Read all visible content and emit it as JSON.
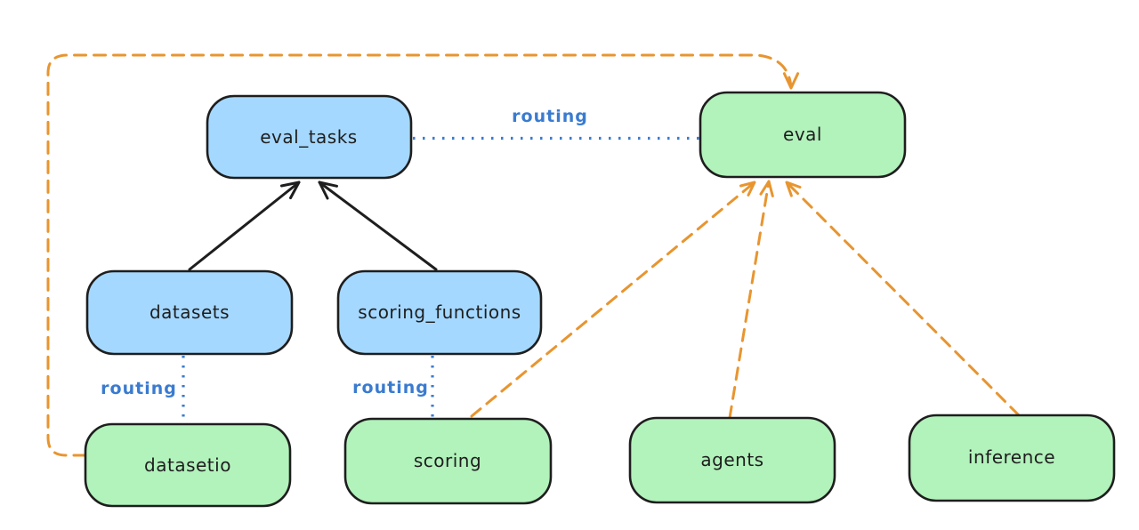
{
  "palette": {
    "background": "#ffffff",
    "node_stroke": "#1e1e1e",
    "label_color": "#1e1e1e",
    "blue_fill": "#a5d8ff",
    "green_fill": "#b2f2bb",
    "routing_blue": "#3a7bd0",
    "arrow_black": "#1e1e1e",
    "arrow_orange": "#e8952f"
  },
  "nodes": {
    "eval_tasks": {
      "label": "eval_tasks",
      "kind": "blue"
    },
    "eval": {
      "label": "eval",
      "kind": "green"
    },
    "datasets": {
      "label": "datasets",
      "kind": "blue"
    },
    "scoring_functions": {
      "label": "scoring_functions",
      "kind": "blue"
    },
    "datasetio": {
      "label": "datasetio",
      "kind": "green"
    },
    "scoring": {
      "label": "scoring",
      "kind": "green"
    },
    "agents": {
      "label": "agents",
      "kind": "green"
    },
    "inference": {
      "label": "inference",
      "kind": "green"
    }
  },
  "edge_labels": {
    "eval_tasks_to_eval": "routing",
    "datasets_to_datasetio": "routing",
    "scoring_functions_to_scoring": "routing"
  },
  "edges": [
    {
      "from": "datasets",
      "to": "eval_tasks",
      "style": "solid",
      "color": "#1e1e1e",
      "arrow": true
    },
    {
      "from": "scoring_functions",
      "to": "eval_tasks",
      "style": "solid",
      "color": "#1e1e1e",
      "arrow": true
    },
    {
      "from": "eval_tasks",
      "to": "eval",
      "style": "dotted",
      "color": "#3a7bd0",
      "label": "routing",
      "arrow": false
    },
    {
      "from": "datasets",
      "to": "datasetio",
      "style": "dotted",
      "color": "#3a7bd0",
      "label": "routing",
      "arrow": false
    },
    {
      "from": "scoring_functions",
      "to": "scoring",
      "style": "dotted",
      "color": "#3a7bd0",
      "label": "routing",
      "arrow": false
    },
    {
      "from": "datasetio",
      "to": "eval",
      "style": "dashed",
      "color": "#e8952f",
      "arrow": true,
      "route": "around-left-and-top"
    },
    {
      "from": "scoring",
      "to": "eval",
      "style": "dashed",
      "color": "#e8952f",
      "arrow": true
    },
    {
      "from": "agents",
      "to": "eval",
      "style": "dashed",
      "color": "#e8952f",
      "arrow": true
    },
    {
      "from": "inference",
      "to": "eval",
      "style": "dashed",
      "color": "#e8952f",
      "arrow": true
    }
  ]
}
